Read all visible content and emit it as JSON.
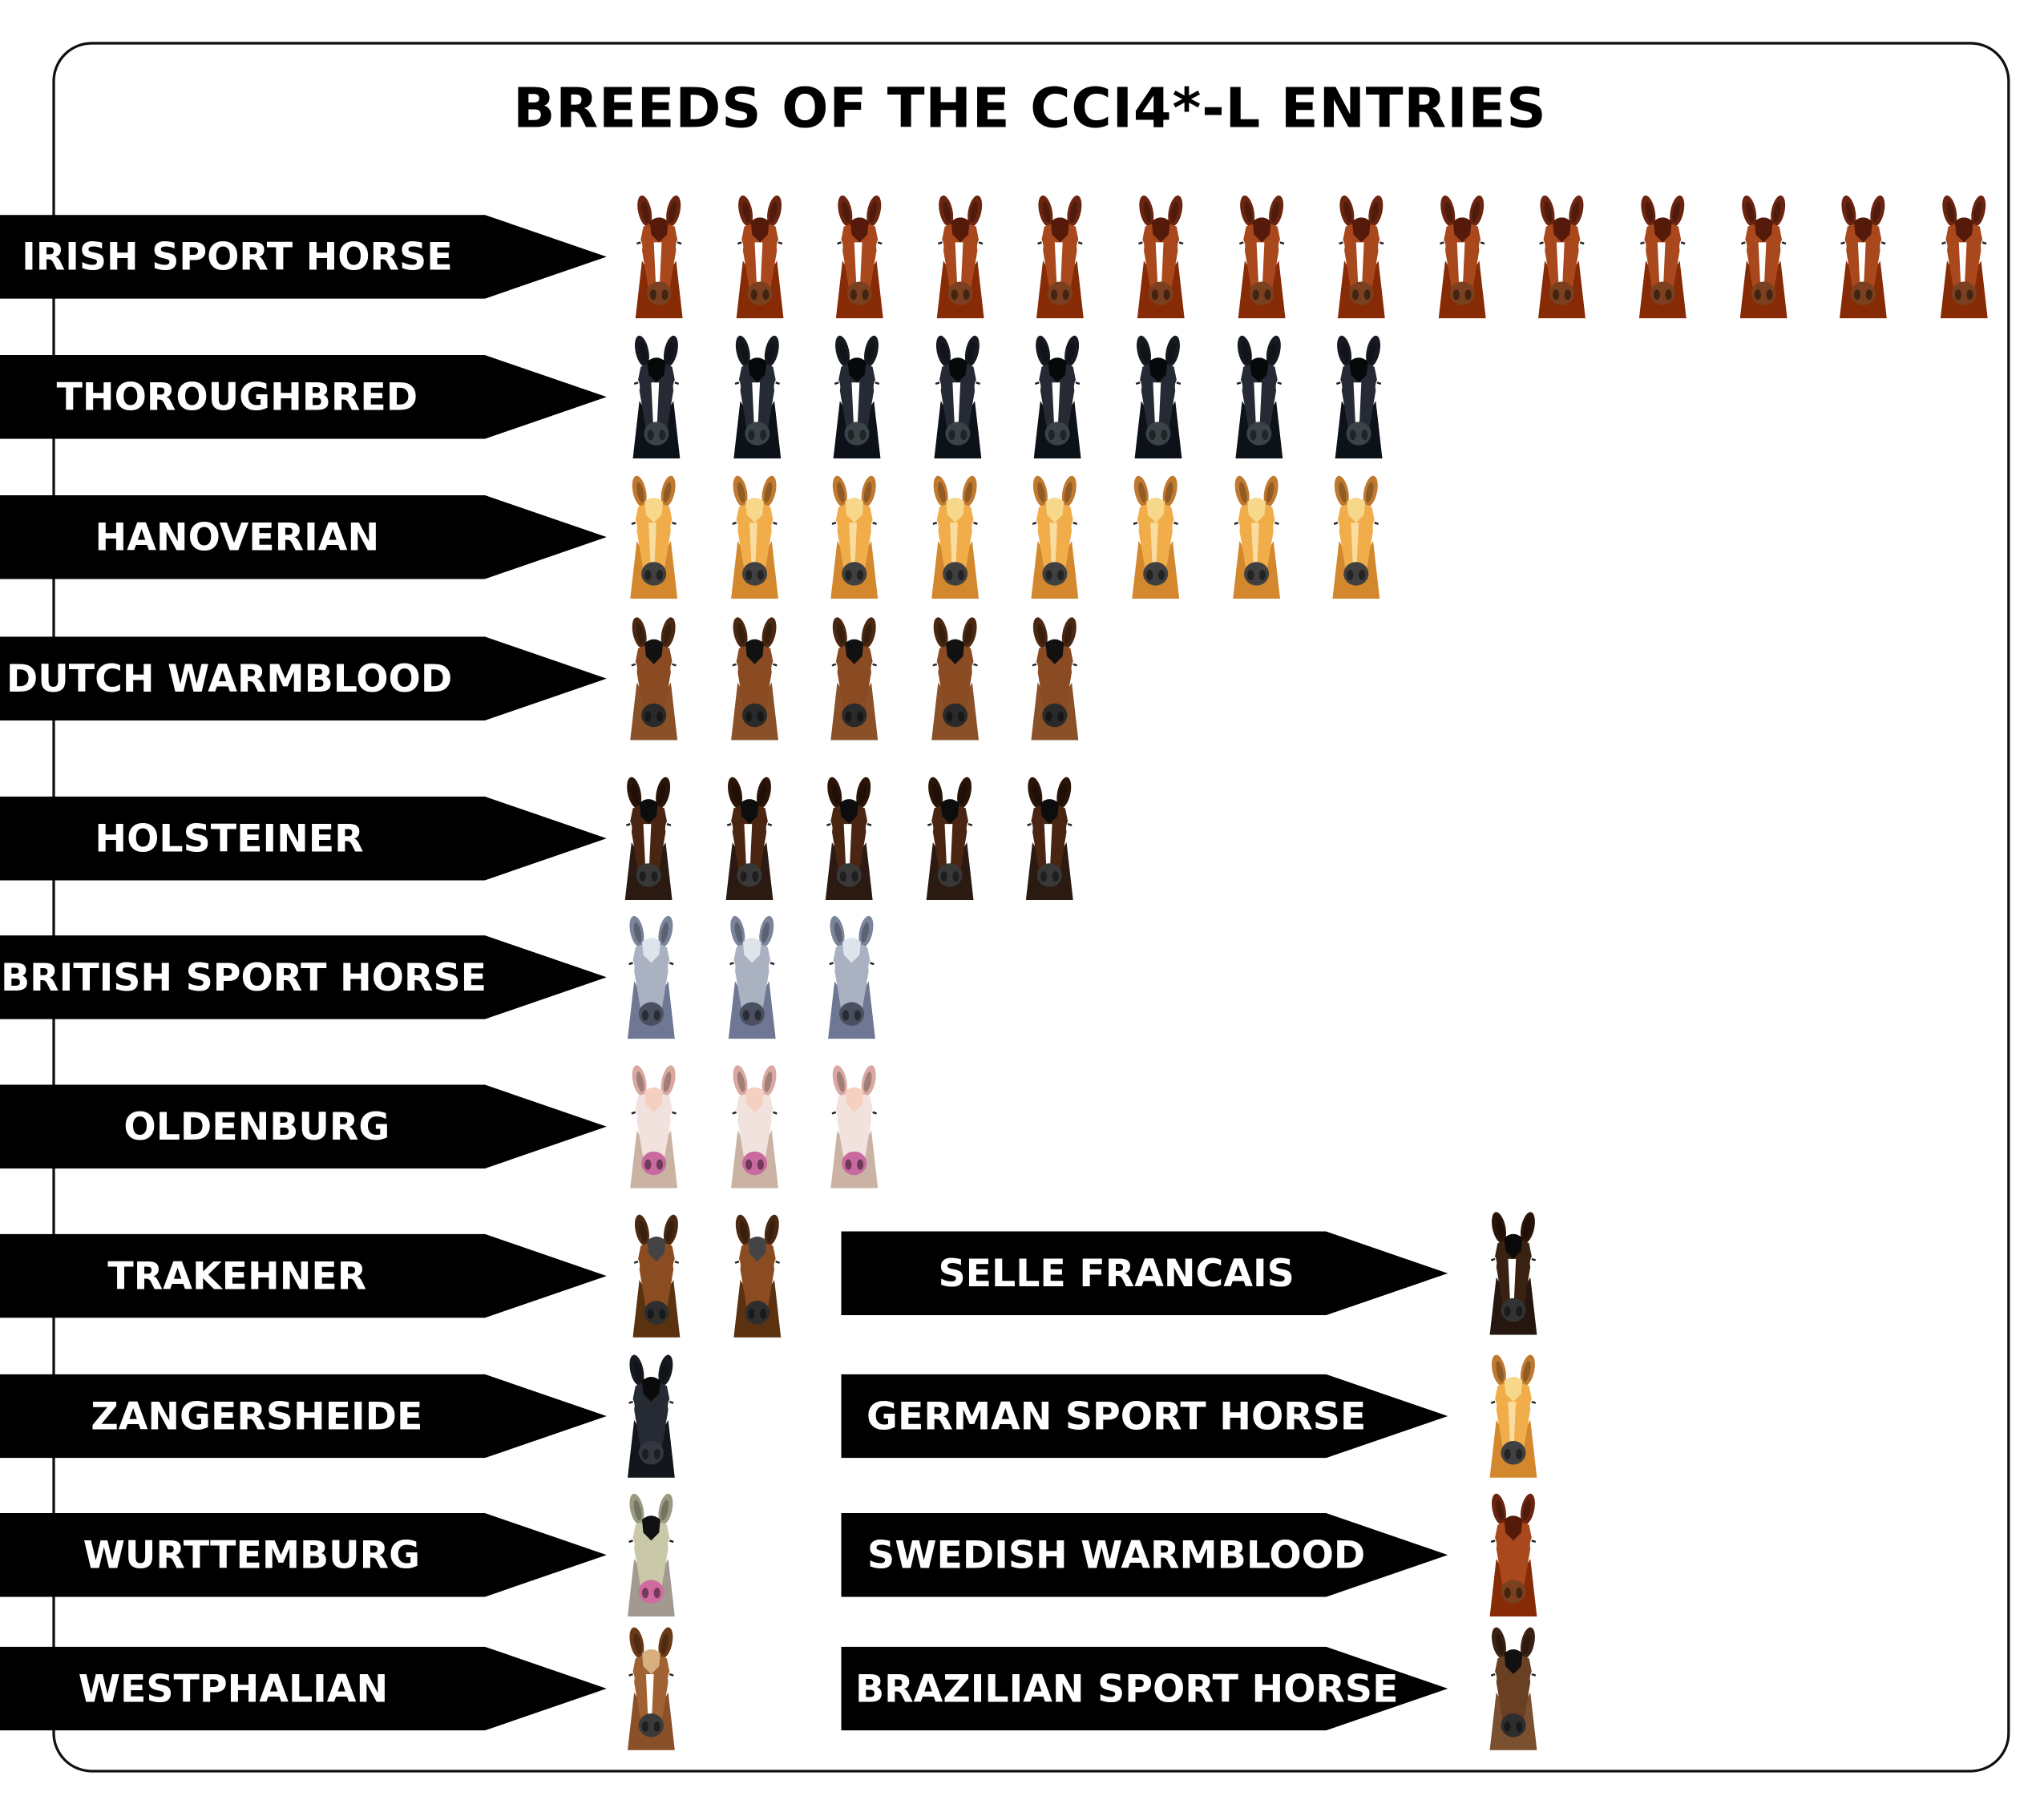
{
  "chart_data": {
    "type": "pictogram",
    "title": "BREEDS OF THE CCI4*-L ENTRIES",
    "unit": "one horse icon = one entry",
    "categories": [
      "IRISH SPORT HORSE",
      "THOROUGHBRED",
      "HANOVERIAN",
      "DUTCH WARMBLOOD",
      "HOLSTEINER",
      "BRITISH SPORT HORSE",
      "OLDENBURG",
      "TRAKEHNER",
      "ZANGERSHEIDE",
      "WURTTEMBURG",
      "WESTPHALIAN",
      "SELLE FRANCAIS",
      "GERMAN SPORT HORSE",
      "SWEDISH WARMBLOOD",
      "BRAZILIAN SPORT HORSE"
    ],
    "values": [
      14,
      8,
      8,
      5,
      5,
      3,
      3,
      2,
      1,
      1,
      1,
      1,
      1,
      1,
      1
    ],
    "colors": [
      {
        "face": "#a8481c",
        "body": "#872a06",
        "tuft": "#561a0b",
        "ear": "#6a2410",
        "muzzle": "#7a4020",
        "blaze": "#ffffff"
      },
      {
        "face": "#252a35",
        "body": "#0d1118",
        "tuft": "#070809",
        "ear": "#161a20",
        "muzzle": "#3a4448",
        "blaze": "#ffffff"
      },
      {
        "face": "#f0ad4a",
        "body": "#d4882e",
        "tuft": "#f7d88a",
        "ear": "#c07a30",
        "muzzle": "#404040",
        "blaze": "#f9dca0"
      },
      {
        "face": "#8a4a22",
        "body": "#8a5028",
        "tuft": "#111111",
        "ear": "#4a2812",
        "muzzle": "#2a2a2a",
        "blaze": ""
      },
      {
        "face": "#4a2612",
        "body": "#2a1a12",
        "tuft": "#0d0d0d",
        "ear": "#2a1408",
        "muzzle": "#383838",
        "blaze": "#ffffff"
      },
      {
        "face": "#aab2c2",
        "body": "#6e7894",
        "tuft": "#dde4ec",
        "ear": "#7a849a",
        "muzzle": "#4a5060",
        "blaze": ""
      },
      {
        "face": "#f2e2de",
        "body": "#cbb3a3",
        "tuft": "#f5cfc0",
        "ear": "#d9a8a0",
        "muzzle": "#c86aa0",
        "blaze": ""
      },
      {
        "face": "#8c4c22",
        "body": "#5a3210",
        "tuft": "#444444",
        "ear": "#4a2812",
        "muzzle": "#2e2e2e",
        "blaze": ""
      },
      {
        "face": "#262a33",
        "body": "#12151b",
        "tuft": "#0a0a0a",
        "ear": "#161a20",
        "muzzle": "#333840",
        "blaze": ""
      },
      {
        "face": "#c9c9a9",
        "body": "#a29a90",
        "tuft": "#111111",
        "ear": "#9a9a80",
        "muzzle": "#d06aa0",
        "blaze": ""
      },
      {
        "face": "#a06232",
        "body": "#8a5028",
        "tuft": "#d8b080",
        "ear": "#6a3a18",
        "muzzle": "#3a3a3a",
        "blaze": "#ffffff"
      },
      {
        "face": "#3a2212",
        "body": "#261610",
        "tuft": "#0a0a0a",
        "ear": "#2a1408",
        "muzzle": "#333333",
        "blaze": "#ffffff"
      },
      {
        "face": "#f0ad4a",
        "body": "#d4882e",
        "tuft": "#f7d88a",
        "ear": "#c07a30",
        "muzzle": "#404040",
        "blaze": "#f9dca0"
      },
      {
        "face": "#a8481c",
        "body": "#872a06",
        "tuft": "#561a0b",
        "ear": "#6a2410",
        "muzzle": "#7a4020",
        "blaze": ""
      },
      {
        "face": "#6a4022",
        "body": "#7a5030",
        "tuft": "#111111",
        "ear": "#3a2212",
        "muzzle": "#2e2e2e",
        "blaze": ""
      }
    ]
  }
}
